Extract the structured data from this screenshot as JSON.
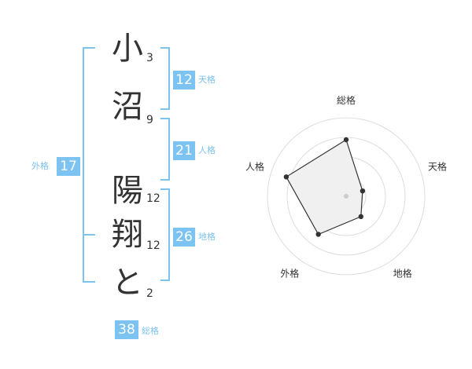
{
  "name_chars": [
    {
      "char": "小",
      "strokes": "3"
    },
    {
      "char": "沼",
      "strokes": "9"
    },
    {
      "char": "陽",
      "strokes": "12"
    },
    {
      "char": "翔",
      "strokes": "12"
    },
    {
      "char": "と",
      "strokes": "2"
    }
  ],
  "fortunes": {
    "tenkaku": {
      "value": "12",
      "label": "天格"
    },
    "jinkaku": {
      "value": "21",
      "label": "人格"
    },
    "chikaku": {
      "value": "26",
      "label": "地格"
    },
    "gaikaku": {
      "value": "17",
      "label": "外格"
    },
    "soukaku": {
      "value": "38",
      "label": "総格"
    }
  },
  "colors": {
    "accent": "#7cc3f2",
    "text": "#333333",
    "radar_fill": "#f0f0f0",
    "radar_ring": "#dddddd",
    "radar_point": "#333333"
  },
  "chart_data": {
    "type": "radar",
    "axes": [
      "総格",
      "天格",
      "地格",
      "外格",
      "人格"
    ],
    "values": [
      0.72,
      0.22,
      0.32,
      0.6,
      0.8
    ],
    "range": [
      0,
      1
    ],
    "rings": 4
  }
}
